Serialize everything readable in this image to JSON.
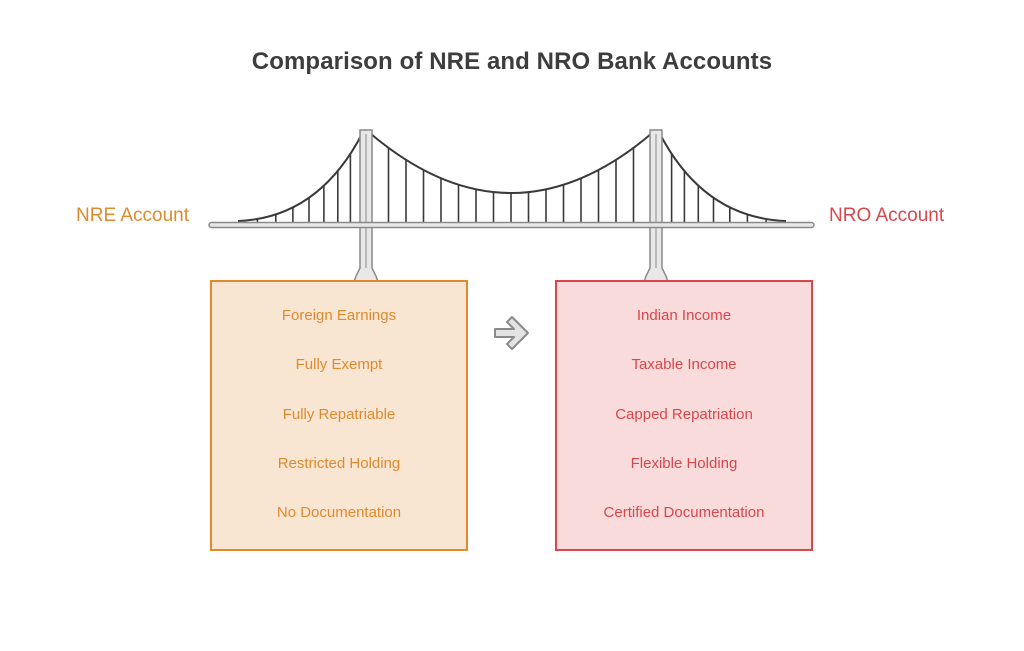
{
  "title": "Comparison of NRE and NRO Bank Accounts",
  "colors": {
    "nre_text": "#e08a2e",
    "nre_border": "#e08a2e",
    "nre_fill": "#f8e5d2",
    "nro_text": "#d9474b",
    "nro_border": "#d9474b",
    "nro_fill": "#f9dbdc",
    "bridge_fill": "#e8e8e8",
    "bridge_stroke": "#8a8a8a",
    "cable": "#3a3a3a"
  },
  "nre": {
    "label": "NRE Account",
    "items": [
      "Foreign Earnings",
      "Fully Exempt",
      "Fully Repatriable",
      "Restricted Holding",
      "No Documentation"
    ]
  },
  "nro": {
    "label": "NRO Account",
    "items": [
      "Indian Income",
      "Taxable Income",
      "Capped Repatriation",
      "Flexible Holding",
      "Certified Documentation"
    ]
  },
  "icons": {
    "bridge": "suspension-bridge-icon",
    "arrow": "arrow-right-icon"
  }
}
